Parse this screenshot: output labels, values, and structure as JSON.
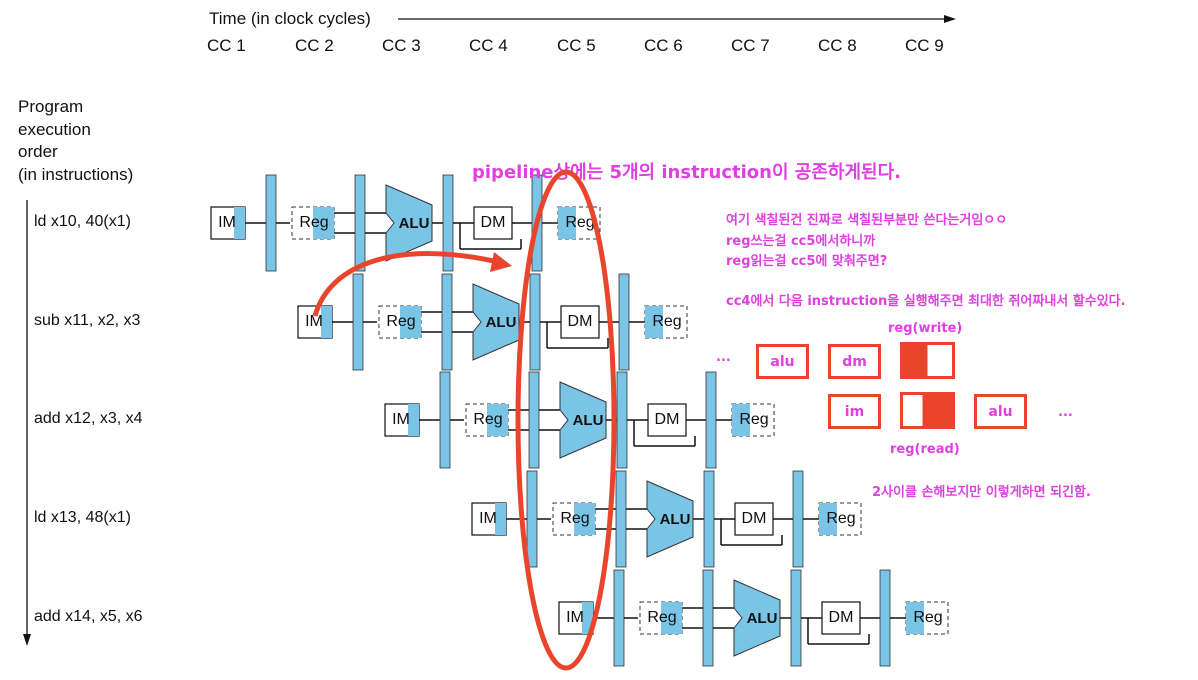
{
  "time_axis": {
    "label": "Time (in clock cycles)",
    "cycles": [
      "CC 1",
      "CC 2",
      "CC 3",
      "CC 4",
      "CC 5",
      "CC 6",
      "CC 7",
      "CC 8",
      "CC 9"
    ]
  },
  "order_axis": {
    "label_lines": [
      "Program",
      "execution",
      "order",
      "(in instructions)"
    ]
  },
  "instructions": [
    "ld x10, 40(x1)",
    "sub x11, x2, x3",
    "add x12, x3, x4",
    "ld x13, 48(x1)",
    "add x14, x5, x6"
  ],
  "stage_labels": {
    "im": "IM",
    "reg": "Reg",
    "alu": "ALU",
    "dm": "DM"
  },
  "annotations": {
    "headline": "pipeline상에는 5개의 instruction이 공존하게된다.",
    "note_lines": [
      "여기 색칠된건 진짜로 색칠된부분만 쓴다는거임ㅇㅇ",
      "reg쓰는걸 cc5에서하니까",
      "reg읽는걸 cc5에 맞춰주면?"
    ],
    "cc4_note": "cc4에서 다음 instruction을 실행해주면 최대한 쥐어짜내서 할수있다.",
    "reg_write": "reg(write)",
    "reg_read": "reg(read)",
    "row1": {
      "dots": "...",
      "alu": "alu",
      "dm": "dm"
    },
    "row2": {
      "im": "im",
      "alu": "alu",
      "dots": "..."
    },
    "bottom_note": "2사이클 손해보지만 이렇게하면 되긴함."
  },
  "colors": {
    "stage_blue": "#7ac4e6",
    "annot_pink": "#e040e0",
    "annot_red": "#e8452c"
  }
}
